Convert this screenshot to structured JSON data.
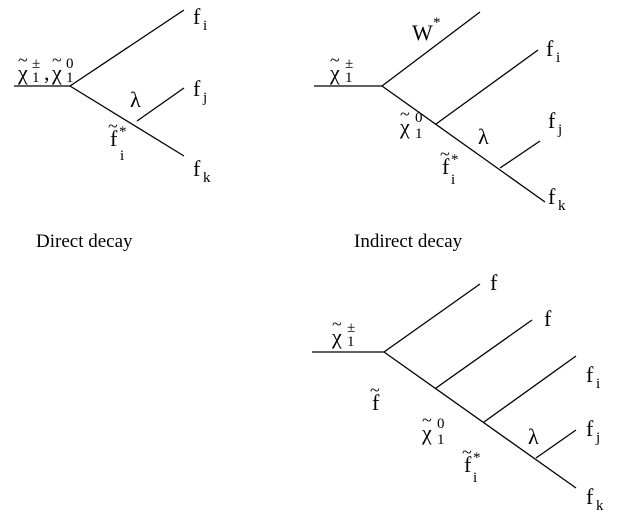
{
  "diagrams": {
    "direct": {
      "caption": "Direct decay",
      "incoming": {
        "sym1": "χ",
        "sup1": "±",
        "sub1": "1",
        "sep": ",",
        "sym2": "χ",
        "sup2": "0",
        "sub2": "1"
      },
      "propagator": {
        "sym": "f",
        "sup": "*",
        "sub": "i"
      },
      "vertex": "λ",
      "outgoing": [
        {
          "sym": "f",
          "sub": "i"
        },
        {
          "sym": "f",
          "sub": "j"
        },
        {
          "sym": "f",
          "sub": "k"
        }
      ]
    },
    "indirect": {
      "caption": "Indirect decay",
      "incoming": {
        "sym": "χ",
        "sup": "±",
        "sub": "1"
      },
      "boson": {
        "sym": "W",
        "sup": "*"
      },
      "intermediate": {
        "sym": "χ",
        "sup": "0",
        "sub": "1"
      },
      "propagator": {
        "sym": "f",
        "sup": "*",
        "sub": "i"
      },
      "vertex": "λ",
      "outgoing": [
        {
          "sym": "f",
          "sub": "i"
        },
        {
          "sym": "f",
          "sub": "j"
        },
        {
          "sym": "f",
          "sub": "k"
        }
      ]
    },
    "sfermion": {
      "incoming": {
        "sym": "χ",
        "sup": "±",
        "sub": "1"
      },
      "sfermion": {
        "sym": "f"
      },
      "intermediate": {
        "sym": "χ",
        "sup": "0",
        "sub": "1"
      },
      "propagator": {
        "sym": "f",
        "sup": "*",
        "sub": "i"
      },
      "vertex": "λ",
      "outgoing": [
        {
          "sym": "f",
          "sub": ""
        },
        {
          "sym": "f",
          "sub": ""
        },
        {
          "sym": "f",
          "sub": "i"
        },
        {
          "sym": "f",
          "sub": "j"
        },
        {
          "sym": "f",
          "sub": "k"
        }
      ]
    }
  }
}
